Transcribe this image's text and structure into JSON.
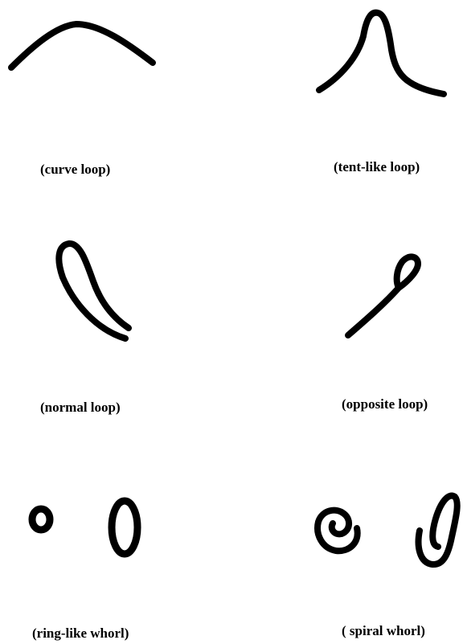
{
  "labels": {
    "curve_loop": "(curve loop)",
    "tent_like_loop": "(tent-like loop)",
    "normal_loop": "(normal loop)",
    "opposite_loop": "(opposite loop)",
    "ring_like_whorl": "(ring-like whorl)",
    "spiral_whorl": "( spiral whorl)"
  },
  "colors": {
    "stroke": "#000000",
    "background": "#ffffff"
  }
}
